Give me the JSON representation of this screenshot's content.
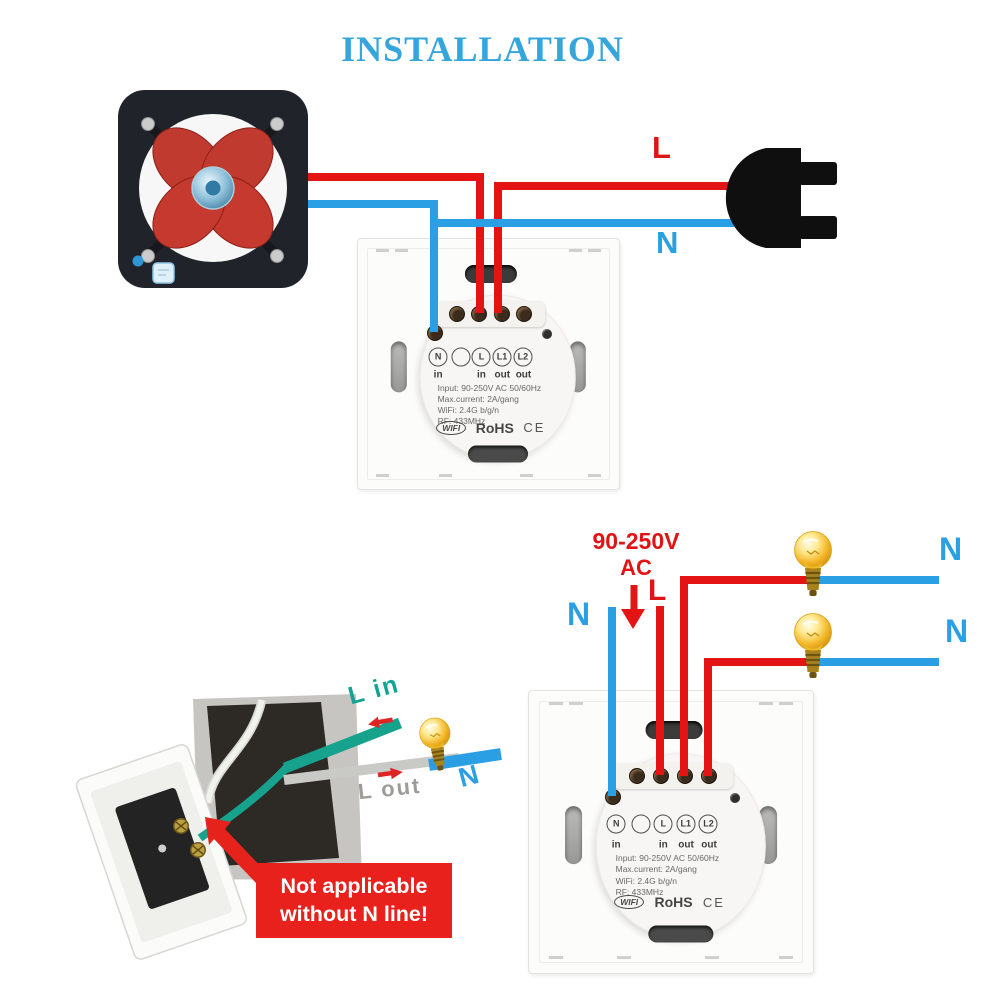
{
  "title": "INSTALLATION",
  "colors": {
    "title_blue": "#35a6dc",
    "wire_live_red": "#e41414",
    "wire_neutral_blue": "#2b9fe4",
    "wire_l_in_teal": "#16a291",
    "wire_l_out_gray": "#c9c9c6",
    "warning_background": "#e8211d",
    "fan_blade_red": "#c03a30"
  },
  "top_diagram": {
    "l_label": "L",
    "n_label": "N"
  },
  "switch_module": {
    "terminals": [
      "N",
      "",
      "L",
      "L1",
      "L2"
    ],
    "caption_n": "in",
    "caption_l": "in",
    "caption_l1": "out",
    "caption_l2": "out",
    "specs": [
      "Input: 90-250V AC 50/60Hz",
      "Max.current: 2A/gang",
      "WiFi: 2.4G b/g/n",
      "RF: 433MHz"
    ],
    "logos": {
      "wifi": "WIFI",
      "rohs": "RoHS",
      "ce": "CE"
    }
  },
  "bottom_diagram": {
    "voltage": "90-250V",
    "ac": "AC",
    "n_label": "N",
    "l_label": "L",
    "lamp1_n_label": "N",
    "lamp2_n_label": "N"
  },
  "legacy": {
    "l_in_label": "L in",
    "l_out_label": "L out",
    "n_label": "N",
    "warning_line1": "Not applicable",
    "warning_line2": "without N line!"
  }
}
